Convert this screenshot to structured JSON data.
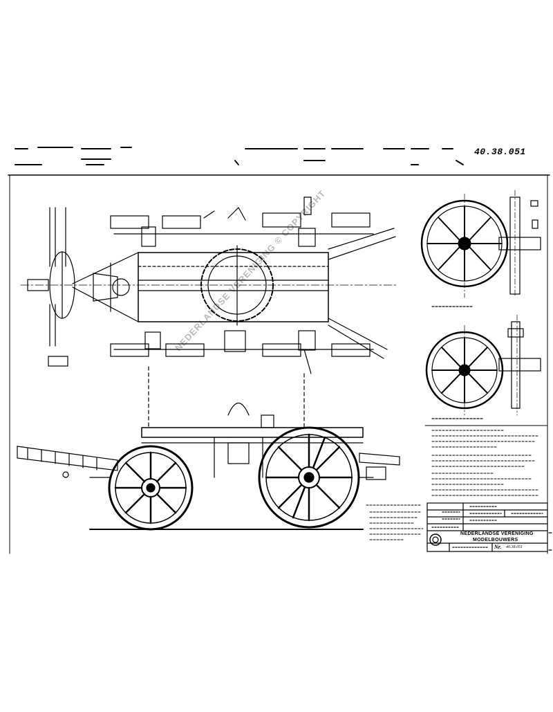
{
  "sheet": {
    "drawing_number": "40.38.051",
    "watermark": "NEDERLANDSE VERENIGING © COPYRIGHT"
  },
  "title_block": {
    "org_line1": "NEDERLANDSE VERENIGING",
    "org_line2": "MODELBOUWERS",
    "number_label": "Nr.",
    "number_value": "40.38.051"
  },
  "colors": {
    "ink": "#000000",
    "paper": "#ffffff"
  }
}
